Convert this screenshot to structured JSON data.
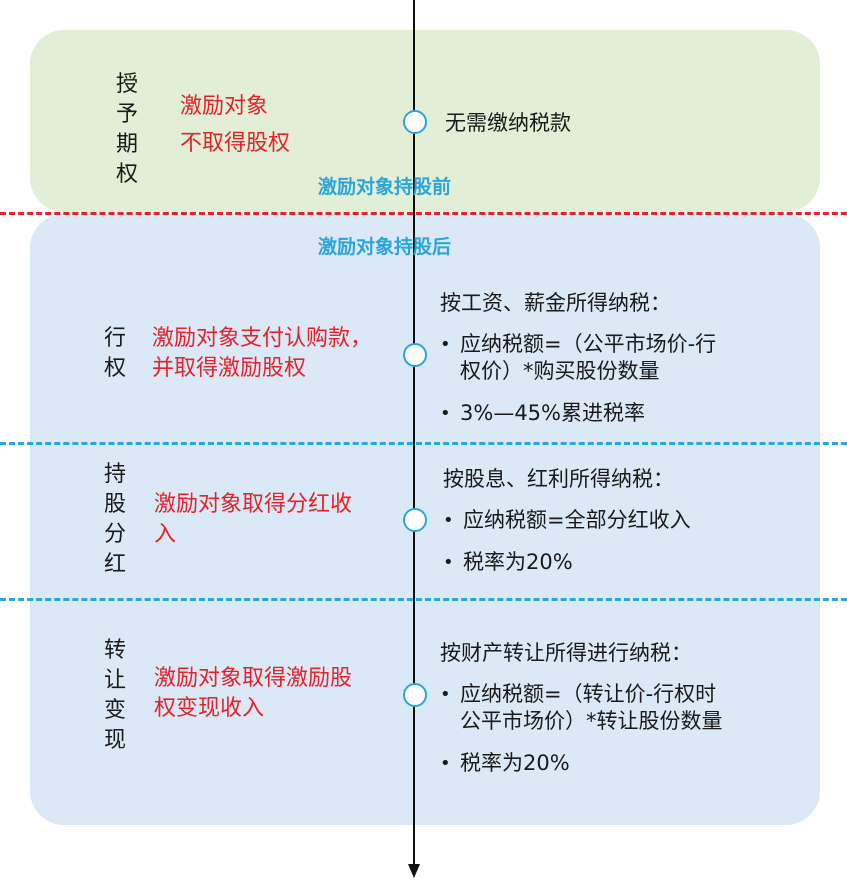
{
  "boundaries": {
    "before": "激励对象持股前",
    "after": "激励对象持股后"
  },
  "stages": [
    {
      "phase": [
        "授",
        "予",
        "期",
        "权"
      ],
      "subject_lines": [
        "激励对象",
        "不取得股权"
      ],
      "tax_text": "无需缴纳税款"
    },
    {
      "phase": [
        "行",
        "权"
      ],
      "subject_lines": [
        "激励对象支付认购款，",
        "并取得激励股权"
      ],
      "tax_heading": "按工资、薪金所得纳税：",
      "tax_bullets": [
        [
          "应纳税额=（公平市场价-行",
          "权价）*购买股份数量"
        ],
        [
          "3%—45%累进税率"
        ]
      ]
    },
    {
      "phase": [
        "持",
        "股",
        "分",
        "红"
      ],
      "subject_lines": [
        "激励对象取得分红收",
        "入"
      ],
      "tax_heading": "按股息、红利所得纳税：",
      "tax_bullets": [
        [
          "应纳税额=全部分红收入"
        ],
        [
          "税率为20%"
        ]
      ]
    },
    {
      "phase": [
        "转",
        "让",
        "变",
        "现"
      ],
      "subject_lines": [
        "激励对象取得激励股",
        "权变现收入"
      ],
      "tax_heading": "按财产转让所得进行纳税：",
      "tax_bullets": [
        [
          "应纳税额=（转让价-行权时",
          "公平市场价）*转让股份数量"
        ],
        [
          "税率为20%"
        ]
      ]
    }
  ],
  "colors": {
    "green_panel": "#e2eed6",
    "blue_panel": "#dbe8f5",
    "red_text": "#e8212a",
    "cyan_text": "#2aa6dc"
  }
}
